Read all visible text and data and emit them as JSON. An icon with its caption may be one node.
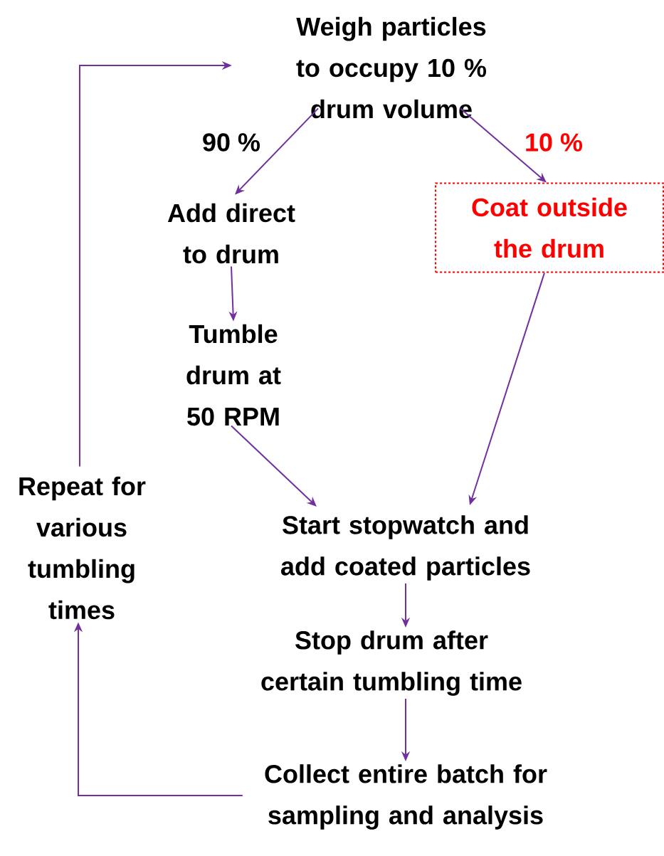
{
  "diagram": {
    "nodes": [
      {
        "text": [
          "Weigh particles to occupy 10 % drum volume"
        ]
      },
      {
        "text": [
          "Add direct to drum"
        ]
      },
      {
        "text": [
          "Coat outside the drum"
        ]
      },
      {
        "text": [
          "Tumble drum at 50 RPM"
        ]
      },
      {
        "text": [
          "Start stopwatch and add coated particles"
        ]
      },
      {
        "text": [
          "Stop drum after certain tumbling time"
        ]
      },
      {
        "text": [
          "Collect entire batch for sampling and analysis"
        ]
      },
      {
        "text": [
          "Repeat for various tumbling times"
        ]
      }
    ],
    "edges": [
      {
        "from": 0,
        "to": 1,
        "arrow": "to",
        "label": "90 %"
      },
      {
        "from": 0,
        "to": 2,
        "arrow": "to",
        "label": "10 %"
      },
      {
        "from": 1,
        "to": 3,
        "arrow": "to"
      },
      {
        "from": 3,
        "to": 4,
        "arrow": "to"
      },
      {
        "from": 2,
        "to": 4,
        "arrow": "to"
      },
      {
        "from": 4,
        "to": 5,
        "arrow": "to"
      },
      {
        "from": 5,
        "to": 6,
        "arrow": "to"
      },
      {
        "from": 6,
        "to": 7,
        "arrow": "to"
      },
      {
        "from": 7,
        "to": 0,
        "arrow": "to"
      }
    ]
  }
}
